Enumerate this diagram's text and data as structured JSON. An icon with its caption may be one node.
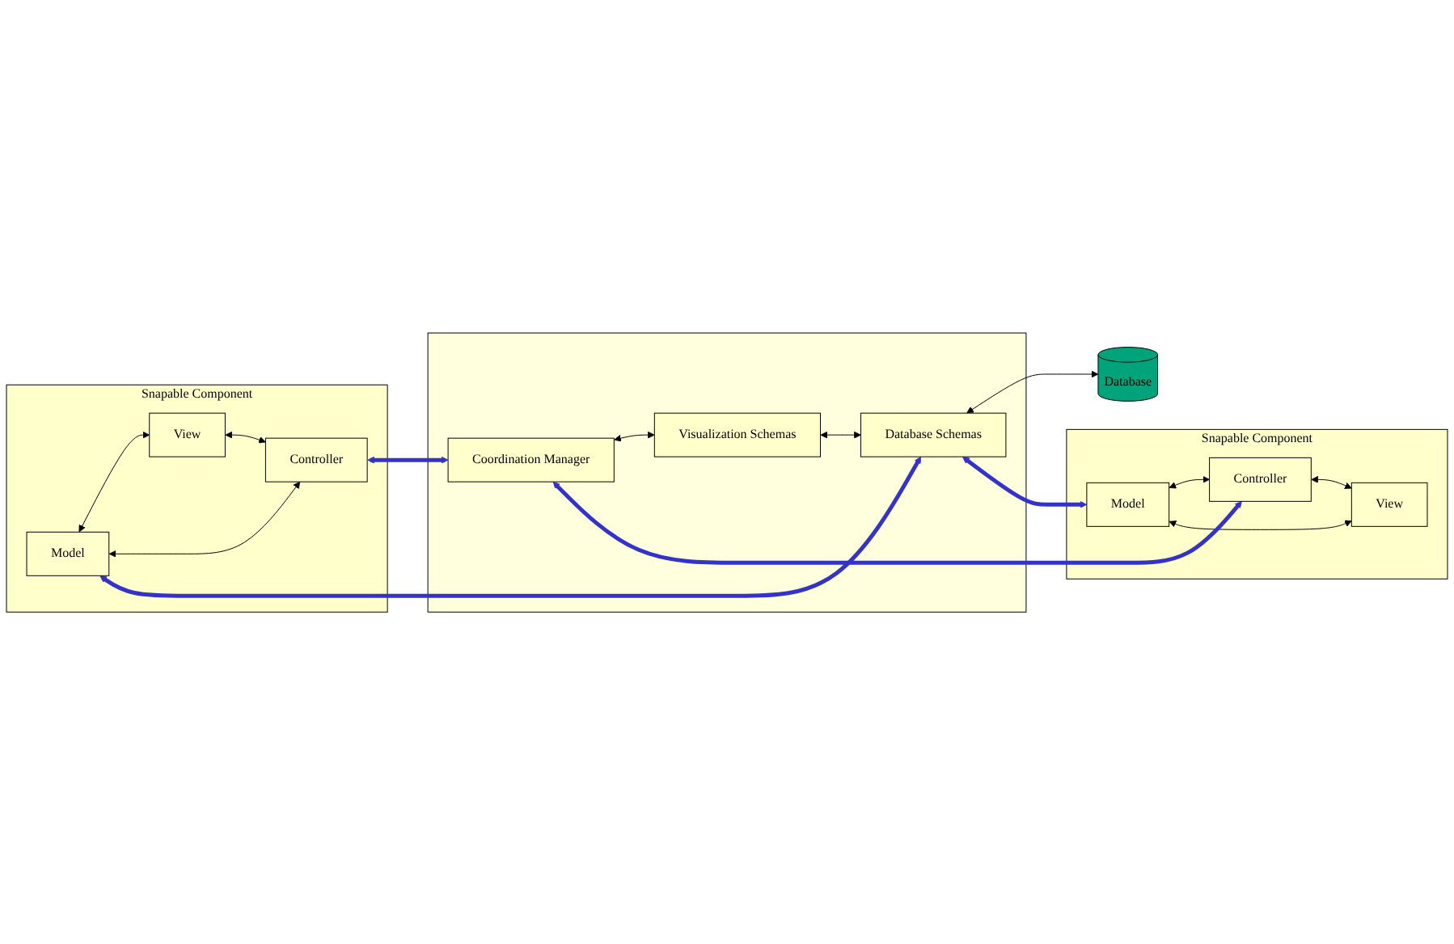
{
  "diagram": {
    "nodes": [
      {
        "text": [],
        "shape": "box"
      },
      {
        "text": [
          "Coordination Manager"
        ],
        "in": 0
      },
      {
        "text": [
          "Visualization Schemas"
        ],
        "in": 0
      },
      {
        "text": [
          "Database Schemas"
        ],
        "in": 0
      },
      {
        "text": [
          "Snapable Component"
        ]
      },
      {
        "text": [
          "View"
        ],
        "in": 4
      },
      {
        "text": [
          "Controller"
        ],
        "in": 4
      },
      {
        "text": [
          "Model"
        ],
        "in": 4
      },
      {
        "text": [
          "Snapable Component"
        ]
      },
      {
        "text": [
          "Controller"
        ],
        "in": 8
      },
      {
        "text": [
          "View"
        ],
        "in": 8
      },
      {
        "text": [
          "Model"
        ],
        "in": 8
      },
      {
        "text": [
          "Database"
        ]
      }
    ],
    "edges": [
      {
        "from": 5,
        "to": 6,
        "arrow": "both"
      },
      {
        "from": 7,
        "to": 5,
        "arrow": "both"
      },
      {
        "from": 7,
        "to": 6,
        "arrow": "both"
      },
      {
        "from": 1,
        "to": 2,
        "arrow": "both"
      },
      {
        "from": 2,
        "to": 3,
        "arrow": "both"
      },
      {
        "from": 3,
        "to": 12,
        "arrow": "both"
      },
      {
        "from": 9,
        "to": 10,
        "arrow": "both"
      },
      {
        "from": 11,
        "to": 9,
        "arrow": "both"
      },
      {
        "from": 11,
        "to": 10,
        "arrow": "both"
      },
      {
        "from": 6,
        "to": 1,
        "arrow": "both",
        "style": "thick",
        "color": "#3333cc"
      },
      {
        "from": 7,
        "to": 3,
        "arrow": "both",
        "style": "thick",
        "color": "#3333cc"
      },
      {
        "from": 1,
        "to": 9,
        "arrow": "both",
        "style": "thick",
        "color": "#3333cc"
      },
      {
        "from": 3,
        "to": 11,
        "arrow": "both",
        "style": "thick",
        "color": "#3333cc"
      }
    ]
  }
}
